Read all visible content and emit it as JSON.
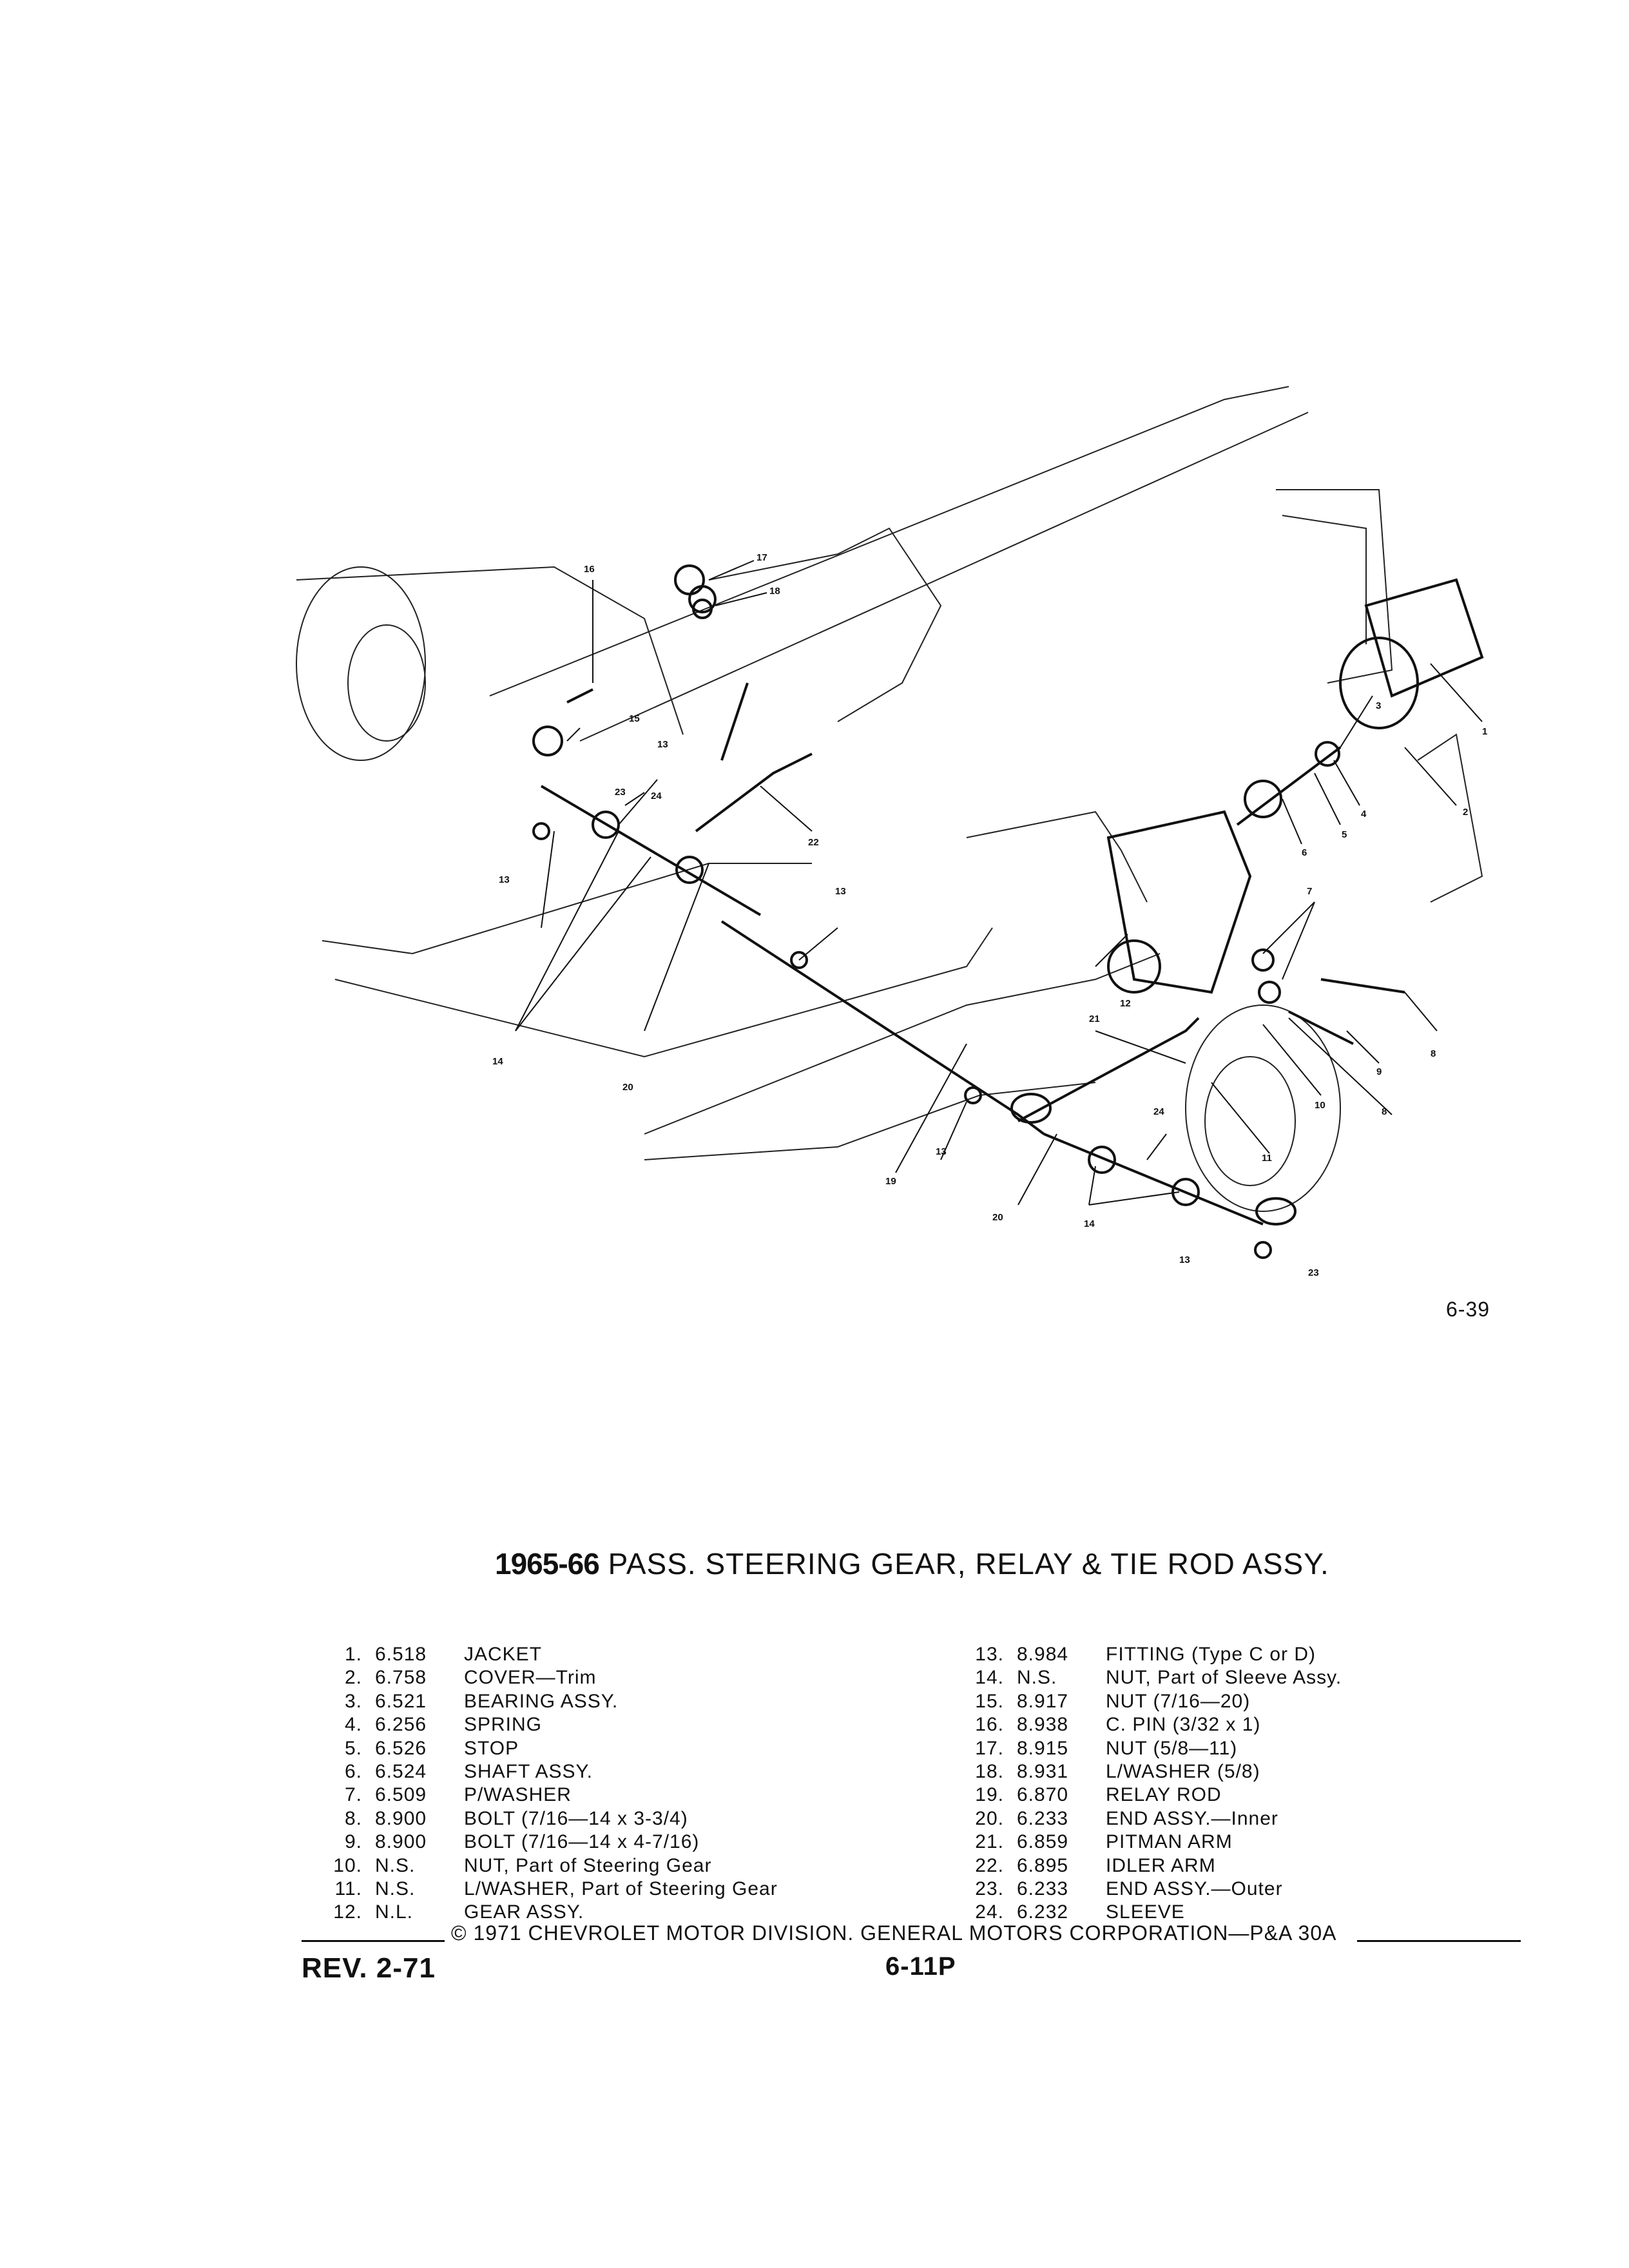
{
  "figure": {
    "ref": "6-39",
    "callouts": [
      "1",
      "2",
      "3",
      "4",
      "5",
      "6",
      "7",
      "8",
      "8",
      "9",
      "10",
      "11",
      "12",
      "13",
      "13",
      "13",
      "13",
      "13",
      "14",
      "14",
      "15",
      "16",
      "17",
      "18",
      "19",
      "20",
      "20",
      "21",
      "22",
      "23",
      "23",
      "24",
      "24"
    ]
  },
  "title": {
    "years": "1965-66",
    "rest": "PASS. STEERING GEAR, RELAY & TIE ROD ASSY."
  },
  "parts_left": [
    {
      "num": "1.",
      "part": "6.518",
      "desc": "JACKET"
    },
    {
      "num": "2.",
      "part": "6.758",
      "desc": "COVER—Trim"
    },
    {
      "num": "3.",
      "part": "6.521",
      "desc": "BEARING ASSY."
    },
    {
      "num": "4.",
      "part": "6.256",
      "desc": "SPRING"
    },
    {
      "num": "5.",
      "part": "6.526",
      "desc": "STOP"
    },
    {
      "num": "6.",
      "part": "6.524",
      "desc": "SHAFT ASSY."
    },
    {
      "num": "7.",
      "part": "6.509",
      "desc": "P/WASHER"
    },
    {
      "num": "8.",
      "part": "8.900",
      "desc": "BOLT (7/16—14 x 3-3/4)"
    },
    {
      "num": "9.",
      "part": "8.900",
      "desc": "BOLT (7/16—14 x 4-7/16)"
    },
    {
      "num": "10.",
      "part": "N.S.",
      "desc": "NUT, Part of Steering Gear"
    },
    {
      "num": "11.",
      "part": "N.S.",
      "desc": "L/WASHER, Part of Steering Gear"
    },
    {
      "num": "12.",
      "part": "N.L.",
      "desc": "GEAR ASSY."
    }
  ],
  "parts_right": [
    {
      "num": "13.",
      "part": "8.984",
      "desc": "FITTING (Type C or D)"
    },
    {
      "num": "14.",
      "part": "N.S.",
      "desc": "NUT, Part of Sleeve Assy."
    },
    {
      "num": "15.",
      "part": "8.917",
      "desc": "NUT (7/16—20)"
    },
    {
      "num": "16.",
      "part": "8.938",
      "desc": "C. PIN (3/32 x 1)"
    },
    {
      "num": "17.",
      "part": "8.915",
      "desc": "NUT (5/8—11)"
    },
    {
      "num": "18.",
      "part": "8.931",
      "desc": "L/WASHER (5/8)"
    },
    {
      "num": "19.",
      "part": "6.870",
      "desc": "RELAY ROD"
    },
    {
      "num": "20.",
      "part": "6.233",
      "desc": "END ASSY.—Inner"
    },
    {
      "num": "21.",
      "part": "6.859",
      "desc": "PITMAN ARM"
    },
    {
      "num": "22.",
      "part": "6.895",
      "desc": "IDLER ARM"
    },
    {
      "num": "23.",
      "part": "6.233",
      "desc": "END ASSY.—Outer"
    },
    {
      "num": "24.",
      "part": "6.232",
      "desc": "SLEEVE"
    }
  ],
  "footer": {
    "copyright": "© 1971 CHEVROLET MOTOR DIVISION. GENERAL MOTORS CORPORATION—P&A 30A",
    "rev": "REV. 2-71",
    "page": "6-11P"
  }
}
